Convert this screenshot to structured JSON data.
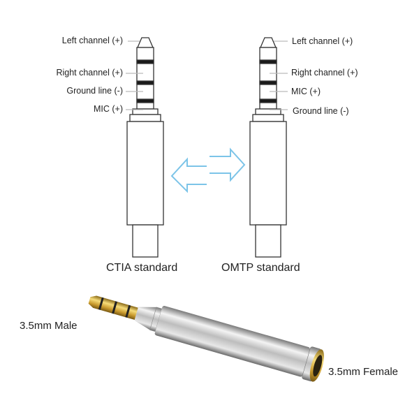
{
  "ctia": {
    "title": "CTIA standard",
    "labels": [
      "Left channel (+)",
      "Right channel (+)",
      "Ground line (-)",
      "MIC (+)"
    ]
  },
  "omtp": {
    "title": "OMTP standard",
    "labels": [
      "Left channel (+)",
      "Right channel (+)",
      "MIC (+)",
      "Ground line (-)"
    ]
  },
  "adapter": {
    "male_label": "3.5mm Male",
    "female_label": "3.5mm Female"
  },
  "colors": {
    "arrow": "#7cc4e8",
    "gold": "#d8b24a",
    "band": "#1a1a1a"
  }
}
